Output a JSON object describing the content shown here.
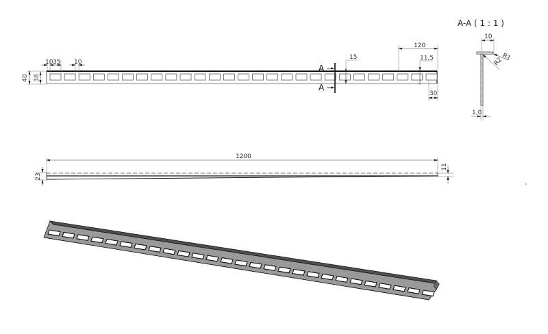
{
  "drawing": {
    "front_view": {
      "dimensions": {
        "overall_height": "40",
        "web_height": "38",
        "first_slot_offset": "10",
        "slot_length": "35",
        "slot_gap": "10",
        "section_offset": "15",
        "end_span": "120",
        "slot_height": "11,5",
        "end_margin": "30"
      },
      "slot_count": 27,
      "section_marker_top": "A",
      "section_marker_bottom": "A"
    },
    "section_view": {
      "title": "A-A ( 1 : 1 )",
      "dimensions": {
        "flange_width": "10",
        "outer_radius": "R1",
        "inner_radius": "R2",
        "thickness": "1,0"
      }
    },
    "top_view": {
      "dimensions": {
        "length": "1200",
        "left_height": "23",
        "right_height": "11"
      }
    },
    "iso_view": {
      "slot_count": 27,
      "fill_color": "#9a9a9a",
      "top_color": "#5a5a5a",
      "edge_color": "#1a1a1a"
    }
  }
}
